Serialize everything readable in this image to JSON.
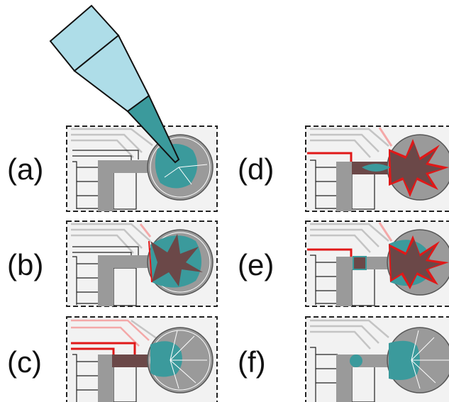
{
  "labels": {
    "a": "(a)",
    "b": "(b)",
    "c": "(c)",
    "d": "(d)",
    "e": "(e)",
    "f": "(f)"
  },
  "colors": {
    "pipette_fill": "#aedde8",
    "pipette_tip": "#3b9a9c",
    "liquid": "#3b9a9c",
    "cured": "#6b4848",
    "active_trace": "#e01818",
    "faded_trace": "#f4a8a8",
    "electrode": "#9a9a9a",
    "chip_bg": "#f2f2f2"
  }
}
